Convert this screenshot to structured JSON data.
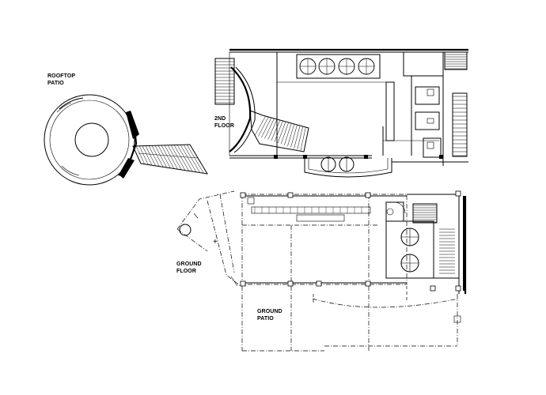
{
  "labels": {
    "rooftop": "ROOFTOP\nPATIO",
    "second_floor": "2ND\nFLOOR",
    "ground_floor": "GROUND\nFLOOR",
    "ground_patio": "GROUND\nPATIO"
  }
}
